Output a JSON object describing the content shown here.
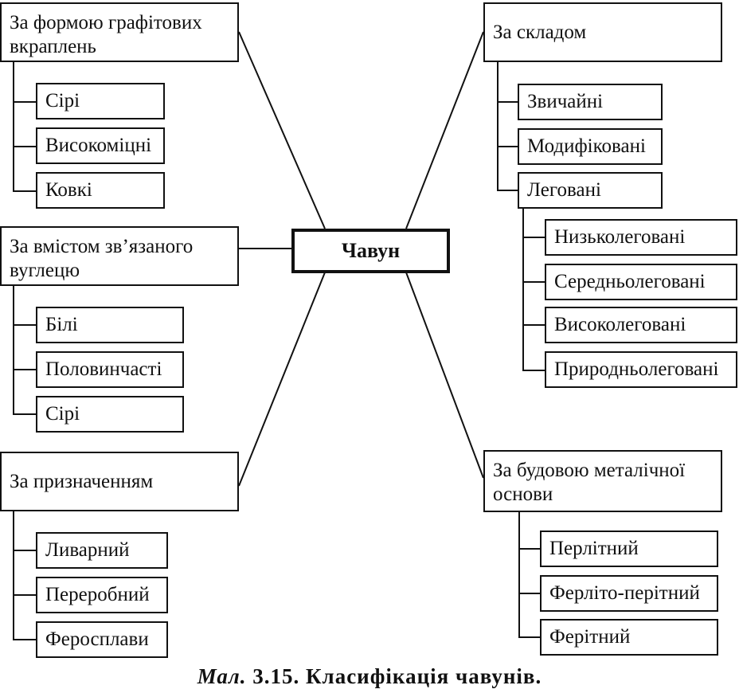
{
  "center": "Чавун",
  "groups": {
    "graphite": {
      "title": "За формою графітових вкраплень",
      "items": [
        "Сірі",
        "Високоміцні",
        "Ковкі"
      ]
    },
    "carbon": {
      "title": "За вмістом зв’язаного вуглецю",
      "items": [
        "Білі",
        "Половинчасті",
        "Сірі"
      ]
    },
    "purpose": {
      "title": "За призначенням",
      "items": [
        "Ливарний",
        "Переробний",
        "Феросплави"
      ]
    },
    "composition": {
      "title": "За складом",
      "items": [
        "Звичайні",
        "Модифіковані",
        "Леговані"
      ]
    },
    "alloyed": {
      "items": [
        "Низьколеговані",
        "Середньолеговані",
        "Високолеговані",
        "Природньолеговані"
      ]
    },
    "structure": {
      "title": "За будовою металічної основи",
      "items": [
        "Перлітний",
        "Ферліто-перітний",
        "Ферітний"
      ]
    }
  },
  "caption": {
    "prefix": "Мал.",
    "text": "3.15. Класифікація чавунів."
  }
}
